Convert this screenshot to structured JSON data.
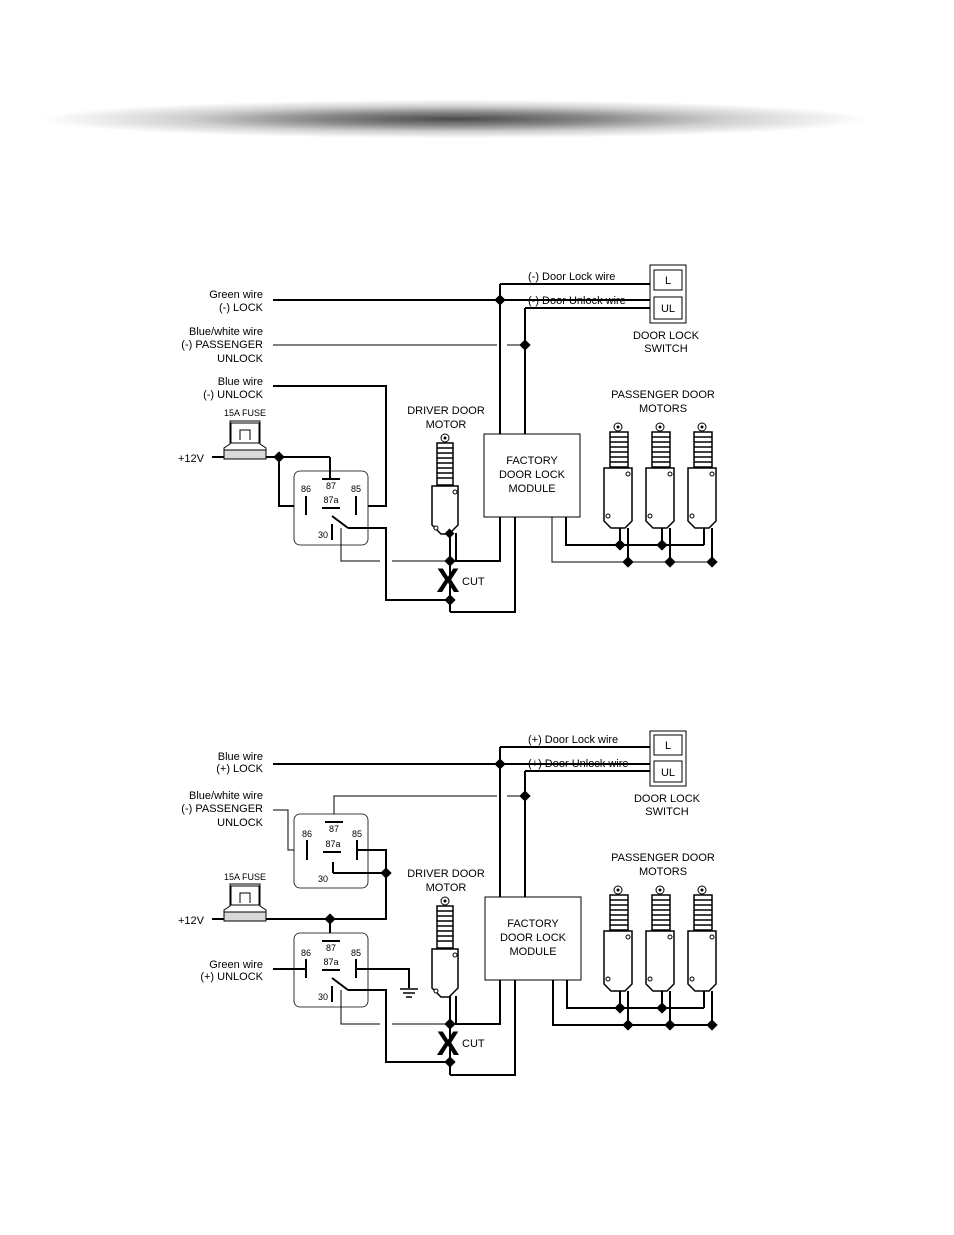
{
  "diagrams": [
    {
      "id": "negative",
      "labels": {
        "lock_wire": [
          "Green wire",
          "(-) LOCK"
        ],
        "pass_unlock_wire": [
          "Blue/white wire",
          "(-) PASSENGER",
          "UNLOCK"
        ],
        "unlock_wire": [
          "Blue wire",
          "(-) UNLOCK"
        ],
        "fuse": "15A FUSE",
        "power": "+12V",
        "door_lock_wire": "(-) Door Lock wire",
        "door_unlock_wire": "(-) Door Unlock wire",
        "switch_l": "L",
        "switch_ul": "UL",
        "switch_label": [
          "DOOR LOCK",
          "SWITCH"
        ],
        "driver_motor": [
          "DRIVER DOOR",
          "MOTOR"
        ],
        "passenger_motors": [
          "PASSENGER DOOR",
          "MOTORS"
        ],
        "module": [
          "FACTORY",
          "DOOR LOCK",
          "MODULE"
        ],
        "cut_mark": "X",
        "cut": "CUT",
        "relay_pins": {
          "p87": "87",
          "p86": "86",
          "p85": "85",
          "p87a": "87a",
          "p30": "30"
        }
      }
    },
    {
      "id": "positive",
      "labels": {
        "lock_wire": [
          "Blue wire",
          "(+) LOCK"
        ],
        "pass_unlock_wire": [
          "Blue/white wire",
          "(-) PASSENGER",
          "UNLOCK"
        ],
        "unlock_wire": [
          "Green wire",
          "(+) UNLOCK"
        ],
        "fuse": "15A FUSE",
        "power": "+12V",
        "door_lock_wire": "(+) Door Lock wire",
        "door_unlock_wire": "(+) Door Unlock wire",
        "switch_l": "L",
        "switch_ul": "UL",
        "switch_label": [
          "DOOR LOCK",
          "SWITCH"
        ],
        "driver_motor": [
          "DRIVER DOOR",
          "MOTOR"
        ],
        "passenger_motors": [
          "PASSENGER DOOR",
          "MOTORS"
        ],
        "module": [
          "FACTORY",
          "DOOR LOCK",
          "MODULE"
        ],
        "cut_mark": "X",
        "cut": "CUT",
        "relay_pins": {
          "p87": "87",
          "p86": "86",
          "p85": "85",
          "p87a": "87a",
          "p30": "30"
        }
      }
    }
  ]
}
